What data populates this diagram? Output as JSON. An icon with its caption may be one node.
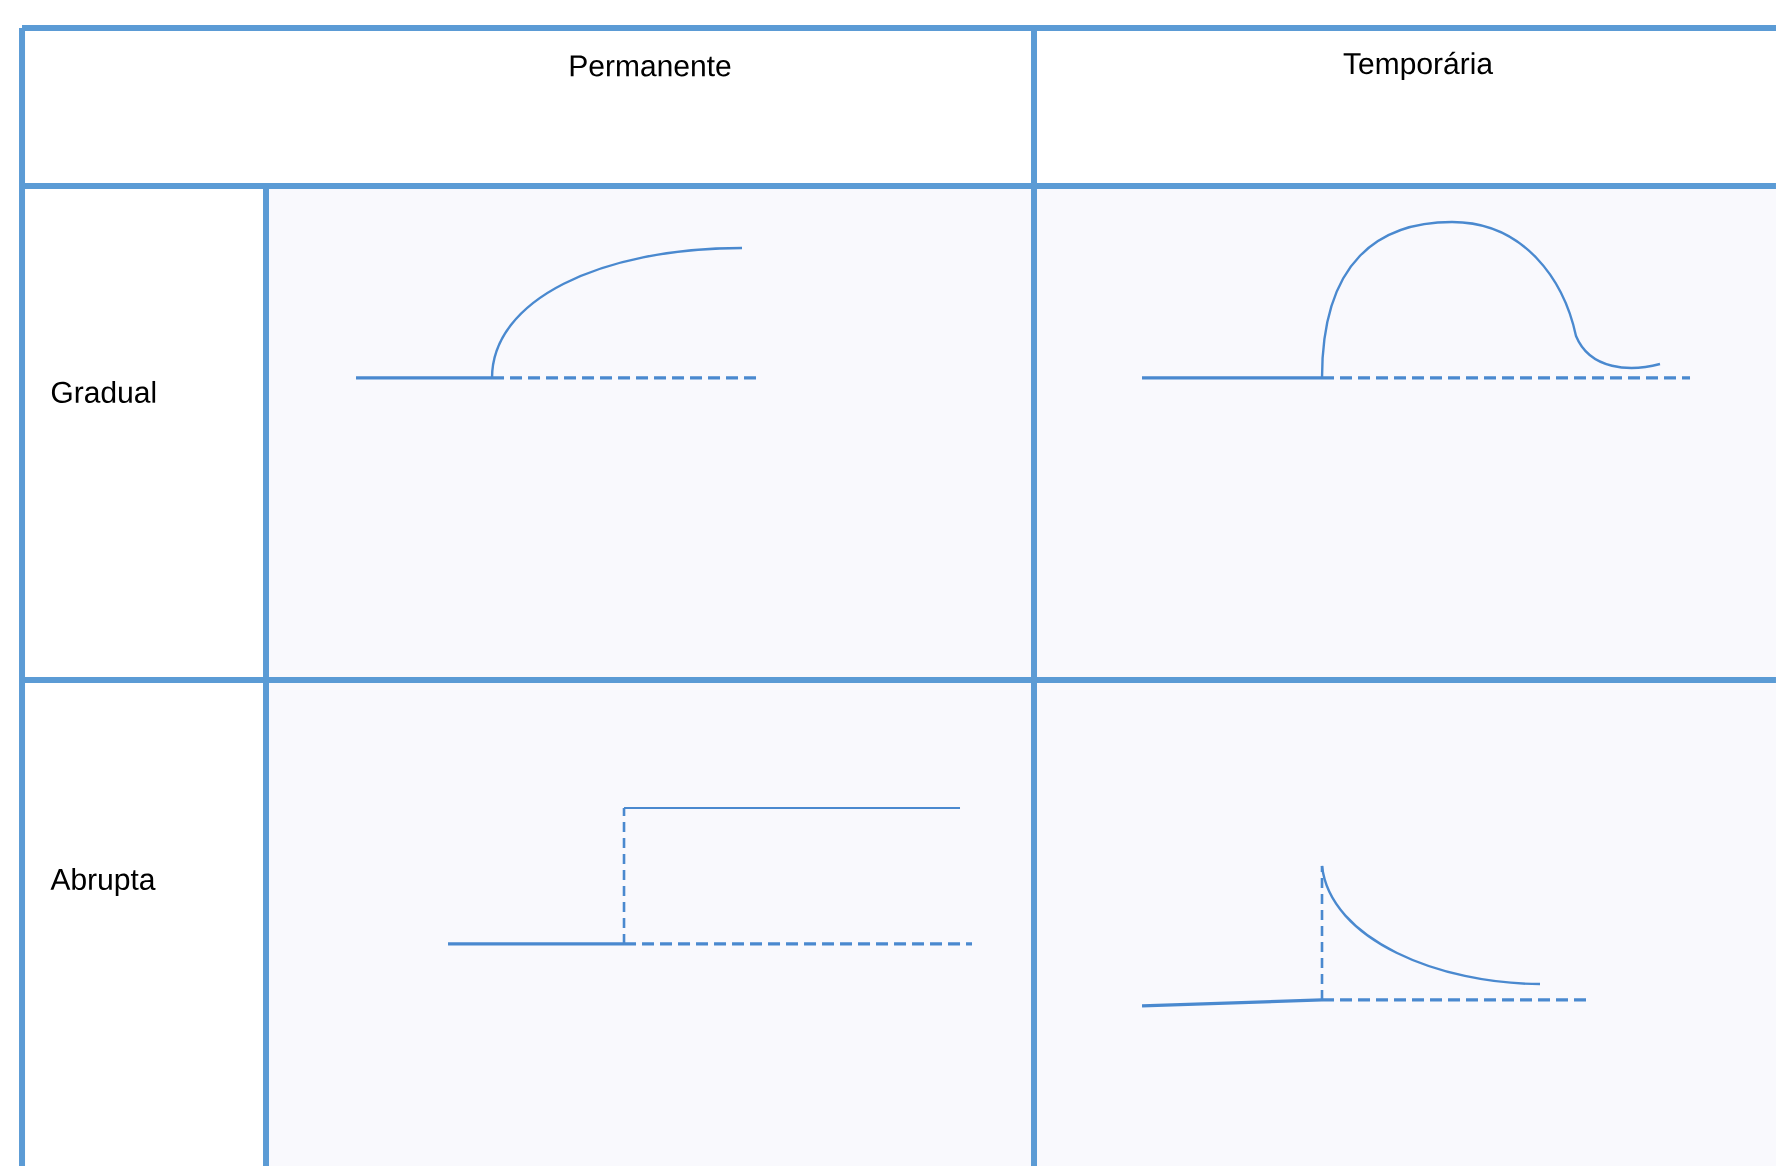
{
  "diagram": {
    "labels": [
      "Permanente",
      "Temporária",
      "Gradual",
      "Abrupta"
    ]
  }
}
